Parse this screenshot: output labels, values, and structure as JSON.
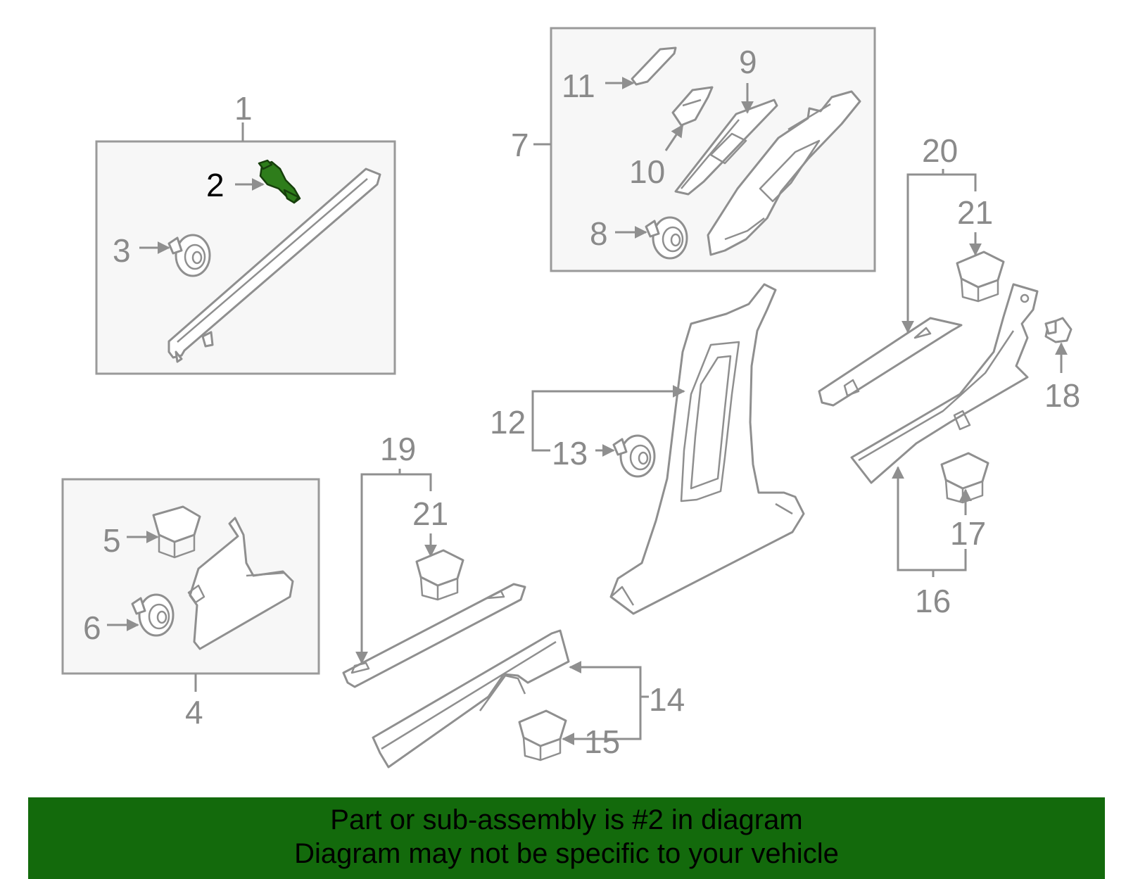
{
  "callouts": {
    "c1": "1",
    "c2": "2",
    "c3": "3",
    "c4": "4",
    "c5": "5",
    "c6": "6",
    "c7": "7",
    "c8": "8",
    "c9": "9",
    "c10": "10",
    "c11": "11",
    "c12": "12",
    "c13": "13",
    "c14": "14",
    "c15": "15",
    "c16": "16",
    "c17": "17",
    "c18": "18",
    "c19": "19",
    "c20": "20",
    "c21a": "21",
    "c21b": "21"
  },
  "highlighted_part": "2",
  "colors": {
    "highlight_fill": "#2e7d1b",
    "banner": "#136a0c",
    "outline": "#8f8f8f",
    "box_fill": "#f7f7f7"
  },
  "banner": {
    "line1": "Part or sub-assembly is #2 in diagram",
    "line2": "Diagram may not be specific to your vehicle"
  }
}
